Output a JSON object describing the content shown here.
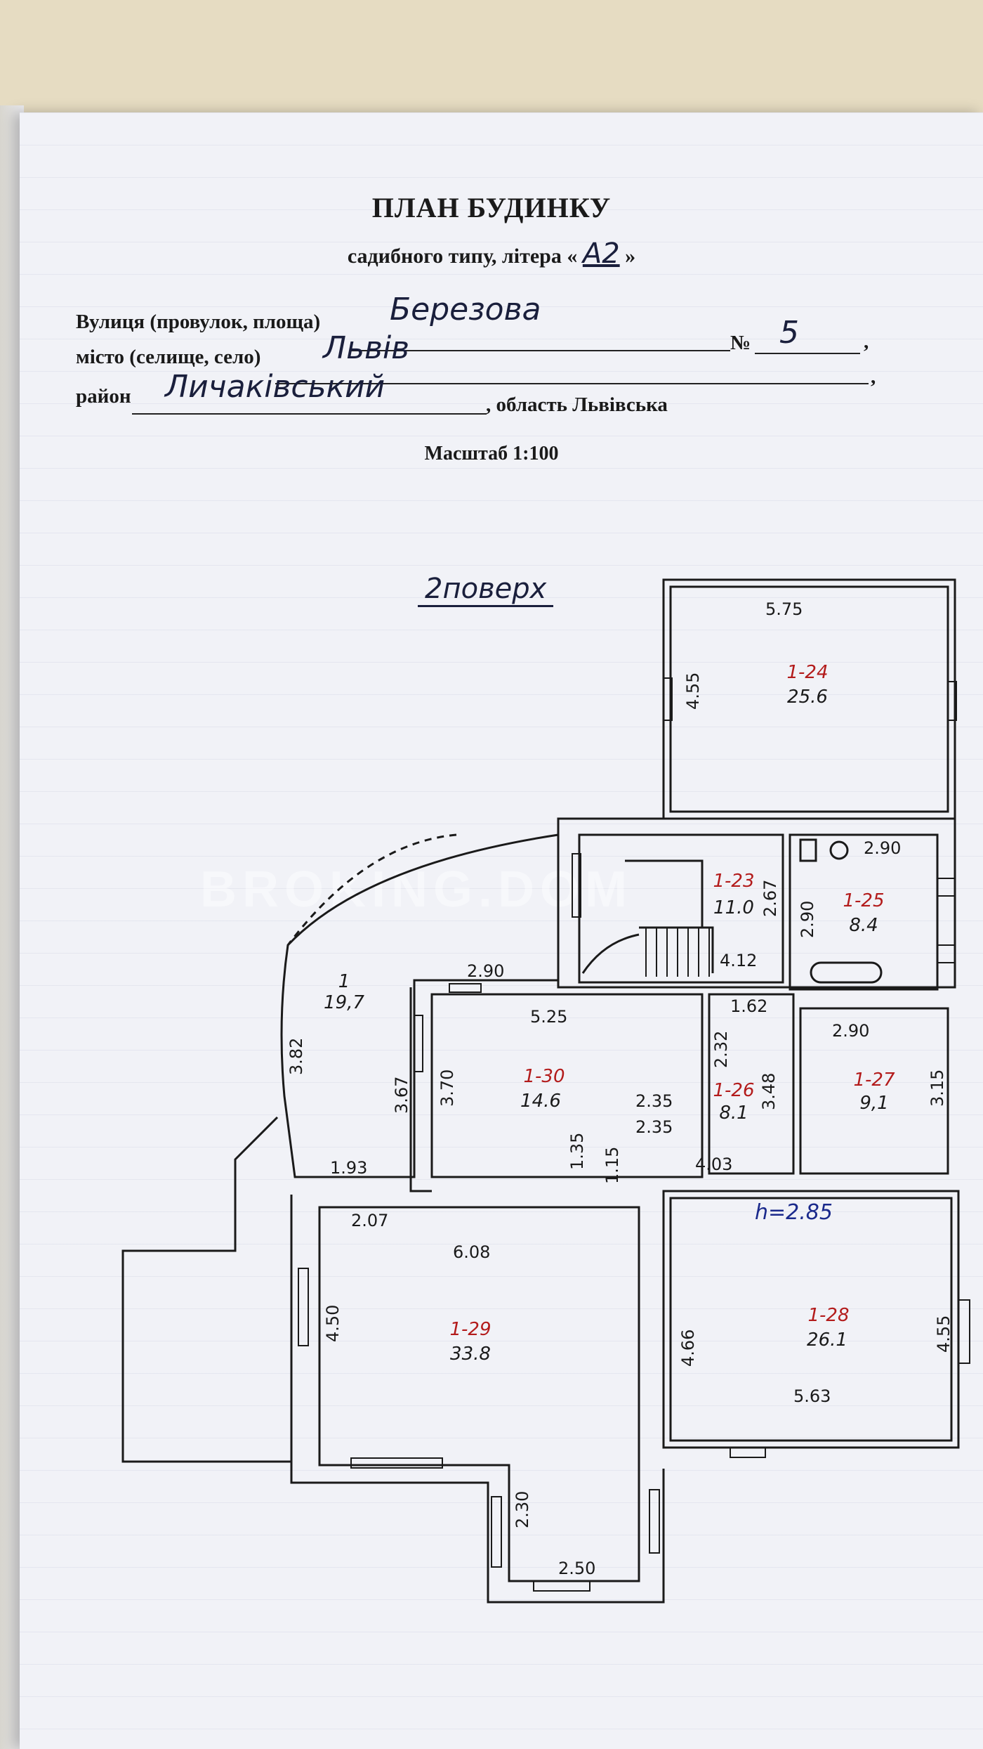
{
  "header": {
    "title": "ПЛАН БУДИНКУ",
    "subtitle_prefix": "садибного типу, літера «",
    "subtitle_letter": "А2",
    "subtitle_suffix": "»"
  },
  "address": {
    "street_label": "Вулиця (провулок, площа)",
    "street_value": "Березова",
    "number_label": "№",
    "number_value": "5",
    "city_label": "місто (селище, село)",
    "city_value": "Львів",
    "district_label": "район",
    "district_value": "Личаківський",
    "region_text": ", область Львівська",
    "comma": ","
  },
  "scale": "Масштаб 1:100",
  "floor_label": "2поверх",
  "watermark": "BROKING.DOM",
  "height_note": "h=2.85",
  "rooms": [
    {
      "id": "1-24",
      "area": "25.6"
    },
    {
      "id": "1-23",
      "area": "11.0"
    },
    {
      "id": "1-25",
      "area": "8.4"
    },
    {
      "id": "1",
      "area": "19,7"
    },
    {
      "id": "1-30",
      "area": "14.6"
    },
    {
      "id": "1-26",
      "area": "8.1"
    },
    {
      "id": "1-27",
      "area": "9,1"
    },
    {
      "id": "1-29",
      "area": "33.8"
    },
    {
      "id": "1-28",
      "area": "26.1"
    }
  ],
  "dimensions": [
    "5.75",
    "4.55",
    "2.90",
    "2.67",
    "2.90",
    "4.12",
    "1.62",
    "2.90",
    "3.15",
    "3.48",
    "2.32",
    "2.35",
    "2.35",
    "1.15",
    "1.35",
    "4.03",
    "5.25",
    "3.67",
    "3.70",
    "2.90",
    "3.82",
    "1.93",
    "2.07",
    "6.08",
    "4.50",
    "4.66",
    "5.63",
    "4.55",
    "2.30",
    "2.50"
  ]
}
